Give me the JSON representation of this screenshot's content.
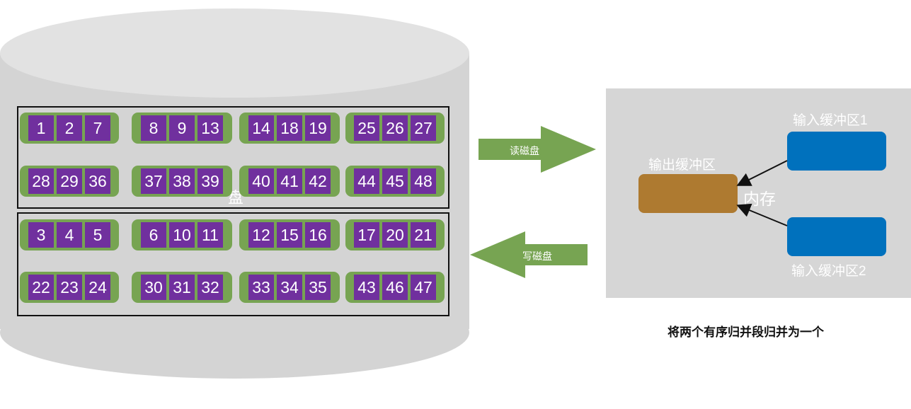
{
  "disk": {
    "label": "盘",
    "read_runs": [
      [
        "1",
        "2",
        "7"
      ],
      [
        "8",
        "9",
        "13"
      ],
      [
        "14",
        "18",
        "19"
      ],
      [
        "25",
        "26",
        "27"
      ],
      [
        "28",
        "29",
        "36"
      ],
      [
        "37",
        "38",
        "39"
      ],
      [
        "40",
        "41",
        "42"
      ],
      [
        "44",
        "45",
        "48"
      ]
    ],
    "write_runs": [
      [
        "3",
        "4",
        "5"
      ],
      [
        "6",
        "10",
        "11"
      ],
      [
        "12",
        "15",
        "16"
      ],
      [
        "17",
        "20",
        "21"
      ],
      [
        "22",
        "23",
        "24"
      ],
      [
        "30",
        "31",
        "32"
      ],
      [
        "33",
        "34",
        "35"
      ],
      [
        "43",
        "46",
        "47"
      ]
    ]
  },
  "arrows": {
    "read_label": "读磁盘",
    "write_label": "写磁盘"
  },
  "memory": {
    "label": "内存",
    "output_buffer_label": "输出缓冲区",
    "input_buffer_1_label": "输入缓冲区1",
    "input_buffer_2_label": "输入缓冲区2"
  },
  "caption": "将两个有序归并段归并为一个",
  "colors": {
    "disk": "#d4d4d4",
    "run": "#77a452",
    "cell": "#70309e",
    "output_buffer": "#ae7a30",
    "input_buffer": "#0071bd",
    "arrow": "#77a452"
  }
}
